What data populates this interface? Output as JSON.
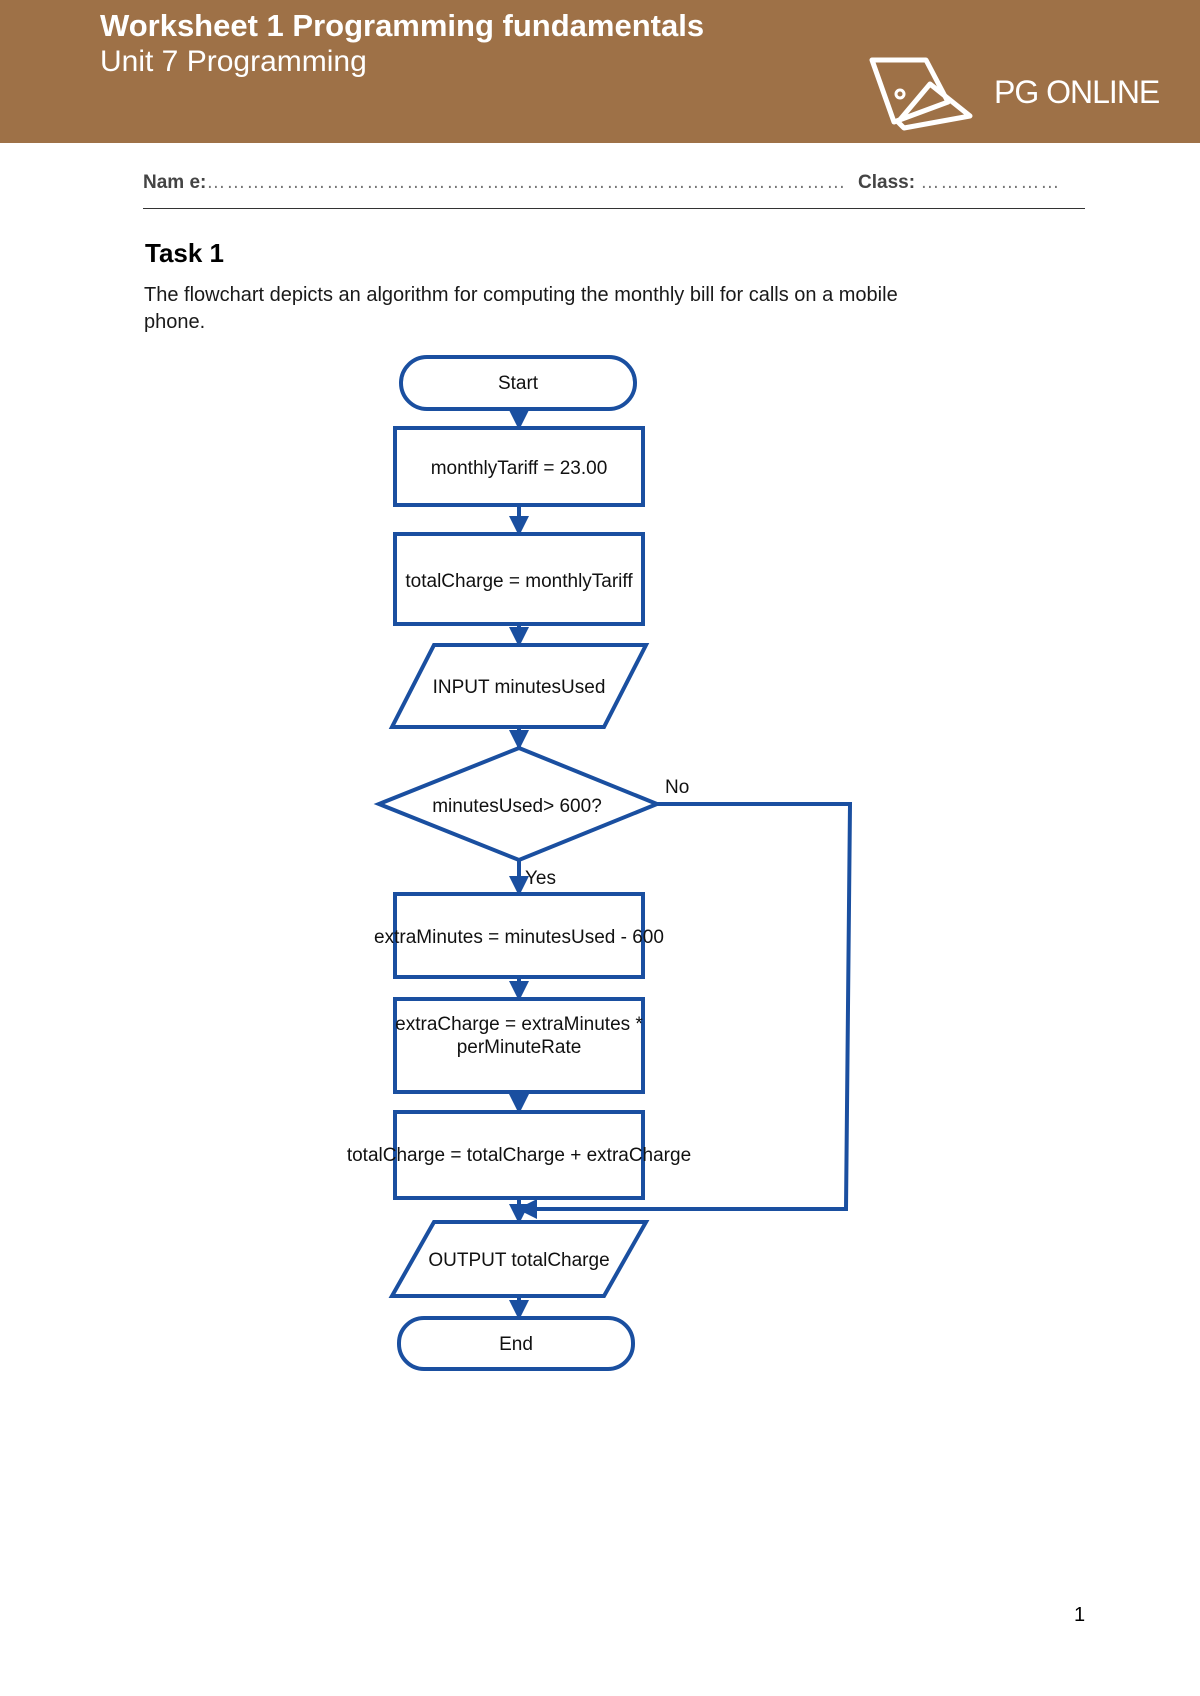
{
  "header": {
    "title": "Worksheet 1 Programming fundamentals",
    "subtitle": "Unit 7 Programming",
    "logo_text": "PG ONLINE",
    "background_color": "#9e7147"
  },
  "student_fields": {
    "name_label": "Nam e:",
    "name_dots": "……………………………………………………………………………………",
    "class_label": "Class:",
    "class_dots": "…………………"
  },
  "task": {
    "heading": "Task 1",
    "description": "The flowchart depicts an algorithm for computing the monthly bill for calls on a mobile phone."
  },
  "flowchart": {
    "line_color": "#1a4fa0",
    "nodes": {
      "start": "Start",
      "assign_tariff": "monthlyTariff = 23.00",
      "assign_total": "totalCharge = monthlyTariff",
      "input_minutes": "INPUT minutesUsed",
      "decision": "minutesUsed> 600?",
      "extra_minutes": "extraMinutes = minutesUsed - 600",
      "extra_charge_line1": "extraCharge = extraMinutes *",
      "extra_charge_line2": "perMinuteRate",
      "add_extra": "totalCharge = totalCharge + extraCharge",
      "output_total": "OUTPUT totalCharge",
      "end": "End"
    },
    "labels": {
      "yes": "Yes",
      "no": "No"
    }
  },
  "page_number": "1"
}
